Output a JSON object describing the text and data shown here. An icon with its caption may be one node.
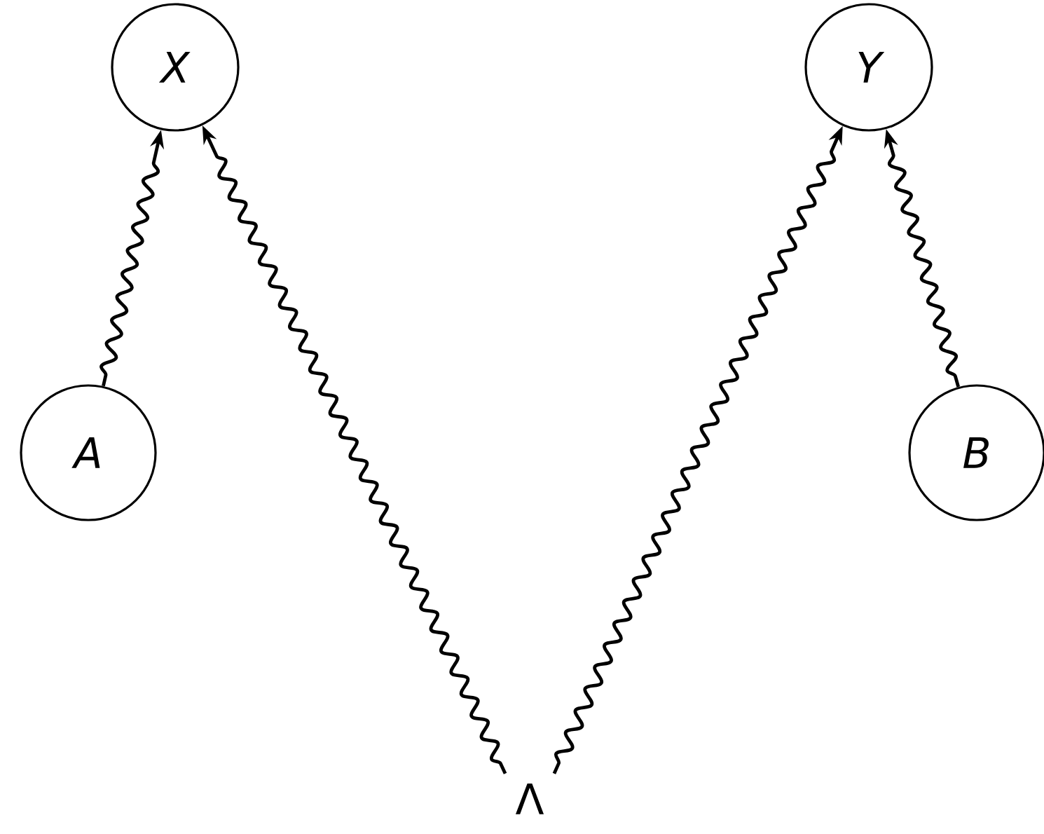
{
  "diagram": {
    "nodes": [
      {
        "text": [
          "X"
        ]
      },
      {
        "text": [
          "Y"
        ]
      },
      {
        "text": [
          "A"
        ]
      },
      {
        "text": [
          "B"
        ]
      },
      {
        "text": [
          "Λ"
        ]
      }
    ],
    "edges": [
      {
        "from": 2,
        "to": 0,
        "arrow": "to"
      },
      {
        "from": 4,
        "to": 0,
        "arrow": "to"
      },
      {
        "from": 4,
        "to": 1,
        "arrow": "to"
      },
      {
        "from": 3,
        "to": 1,
        "arrow": "to"
      }
    ]
  }
}
